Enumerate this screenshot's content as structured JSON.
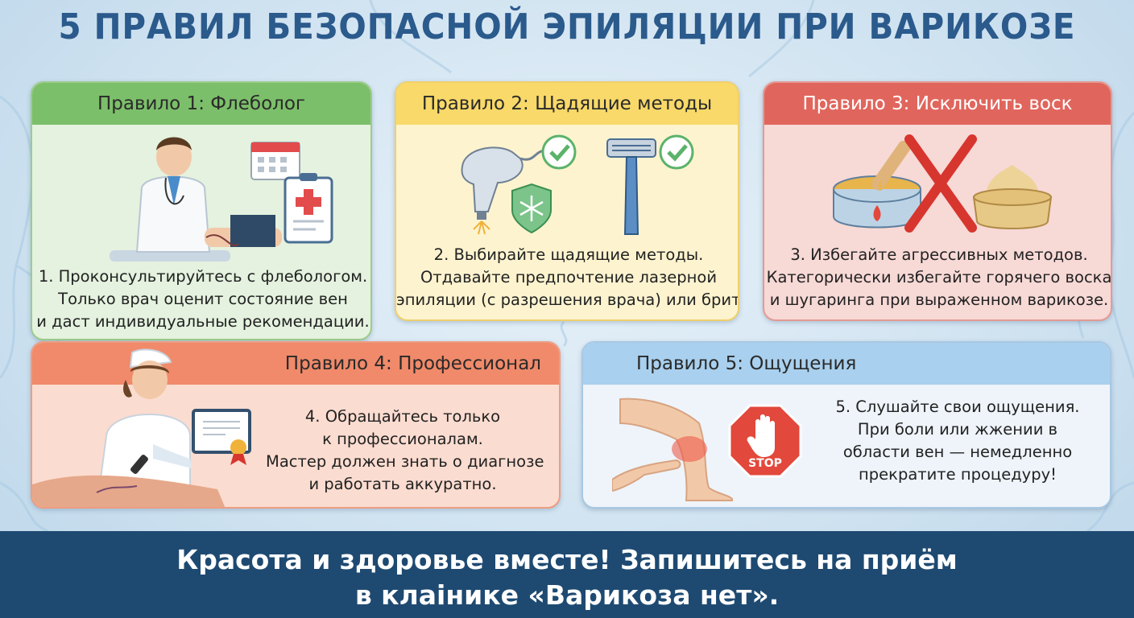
{
  "header": {
    "title": "5 ПРАВИЛ БЕЗОПАСНОЙ ЭПИЛЯЦИИ ПРИ ВАРИКОЗЕ"
  },
  "rules": [
    {
      "heading": "Правило 1: Флеболог",
      "lines": [
        "1. Проконсультируйтесь с флебологом.",
        "Только врач оценит состояние вен",
        "и даст индивидуальные рекомендации."
      ],
      "color": "#7cbf6a"
    },
    {
      "heading": "Правило 2: Щадящие методы",
      "lines": [
        "2. Выбирайте щадящие методы.",
        "Отдавайте предпочтение лазерной",
        "эпиляции (с разрешения врача) или бритью."
      ],
      "color": "#f8d969"
    },
    {
      "heading": "Правило 3: Исключить воск",
      "lines": [
        "3. Избегайте агрессивных методов.",
        "Категорически избегайте горячего воска",
        "и шугаринга при выраженном варикозе."
      ],
      "color": "#e0665d"
    },
    {
      "heading": "Правило 4: Профессионал",
      "lines": [
        "4. Обращайтесь только",
        "к профессионалам.",
        "Мастер должен знать о диагнозе",
        "и работать аккуратно."
      ],
      "color": "#f08a6a"
    },
    {
      "heading": "Правило 5: Ощущения",
      "lines": [
        "5. Слушайте свои ощущения.",
        "При боли или жжении в",
        "области вен — немедленно",
        "прекратите процедуру!"
      ],
      "color": "#a9d0ee"
    }
  ],
  "illustrations": {
    "stop_sign": "STOP",
    "icons": [
      "doctor-icon",
      "calendar-icon",
      "medical-chart-icon",
      "laser-device-icon",
      "check-icon",
      "shield-snowflake-icon",
      "razor-icon",
      "wax-jar-icon",
      "cross-icon",
      "sugar-paste-icon",
      "cosmetologist-icon",
      "certificate-icon",
      "leg-pain-icon",
      "stop-sign-icon"
    ]
  },
  "footer": {
    "line1": "Красота и здоровье вместе! Запишитесь на приём",
    "line2": "в клаiнике «Варикоза нет»."
  }
}
